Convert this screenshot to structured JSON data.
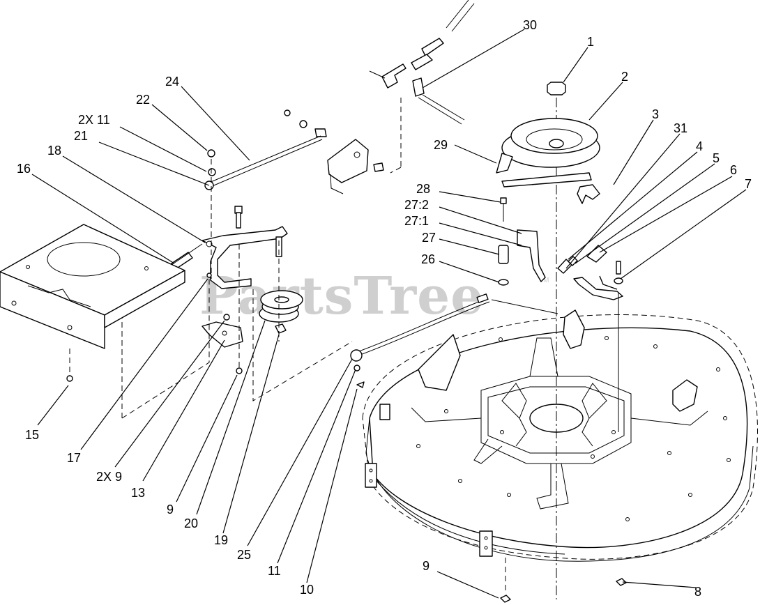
{
  "watermark": {
    "text": "PartsTree",
    "trademark": "TM"
  },
  "callouts": {
    "c1": "1",
    "c2": "2",
    "c3": "3",
    "c4": "4",
    "c5": "5",
    "c6": "6",
    "c7": "7",
    "c8": "8",
    "c9_bottom": "9",
    "c9_left": "9",
    "c10": "10",
    "c11_bottom": "11",
    "c13": "13",
    "c15": "15",
    "c16": "16",
    "c17": "17",
    "c18": "18",
    "c19": "19",
    "c20": "20",
    "c21": "21",
    "c22": "22",
    "c24": "24",
    "c25": "25",
    "c26": "26",
    "c27": "27",
    "c27_1": "27:1",
    "c27_2": "27:2",
    "c28": "28",
    "c29": "29",
    "c30": "30",
    "c31": "31",
    "c2x11": "2X 11",
    "c2x9": "2X 9"
  }
}
